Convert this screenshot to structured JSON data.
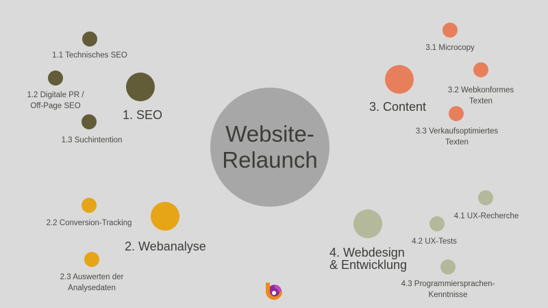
{
  "center": {
    "line1": "Website-",
    "line2": "Relaunch",
    "color": "#a7a7a7"
  },
  "groups": [
    {
      "label": "1. SEO",
      "color": "#625c38",
      "items": [
        {
          "lines": [
            "1.1 Technisches SEO"
          ]
        },
        {
          "lines": [
            "1.2 Digitale PR /",
            "Off-Page SEO"
          ]
        },
        {
          "lines": [
            "1.3 Suchintention"
          ]
        }
      ]
    },
    {
      "label": "2. Webanalyse",
      "color": "#e6a417",
      "items": [
        {
          "lines": [
            "2.2 Conversion-Tracking"
          ]
        },
        {
          "lines": [
            "2.3 Auswerten der",
            "Analysedaten"
          ]
        }
      ]
    },
    {
      "label": "3. Content",
      "color": "#e77f5d",
      "items": [
        {
          "lines": [
            "3.1 Microcopy"
          ]
        },
        {
          "lines": [
            "3.2 Webkonformes",
            "Texten"
          ]
        },
        {
          "lines": [
            "3.3 Verkaufsoptimiertes",
            "Texten"
          ]
        }
      ]
    },
    {
      "label_lines": [
        "4. Webdesign",
        "& Entwicklung"
      ],
      "color": "#b3b99a",
      "items": [
        {
          "lines": [
            "4.1 UX-Recherche"
          ]
        },
        {
          "lines": [
            "4.2 UX-Tests"
          ]
        },
        {
          "lines": [
            "4.3 Programmiersprachen-",
            "Kenntnisse"
          ]
        }
      ]
    }
  ],
  "logo": {
    "name": "brand-logo",
    "colors": [
      "#f08a1c",
      "#8a2a9c",
      "#ffffff"
    ]
  }
}
